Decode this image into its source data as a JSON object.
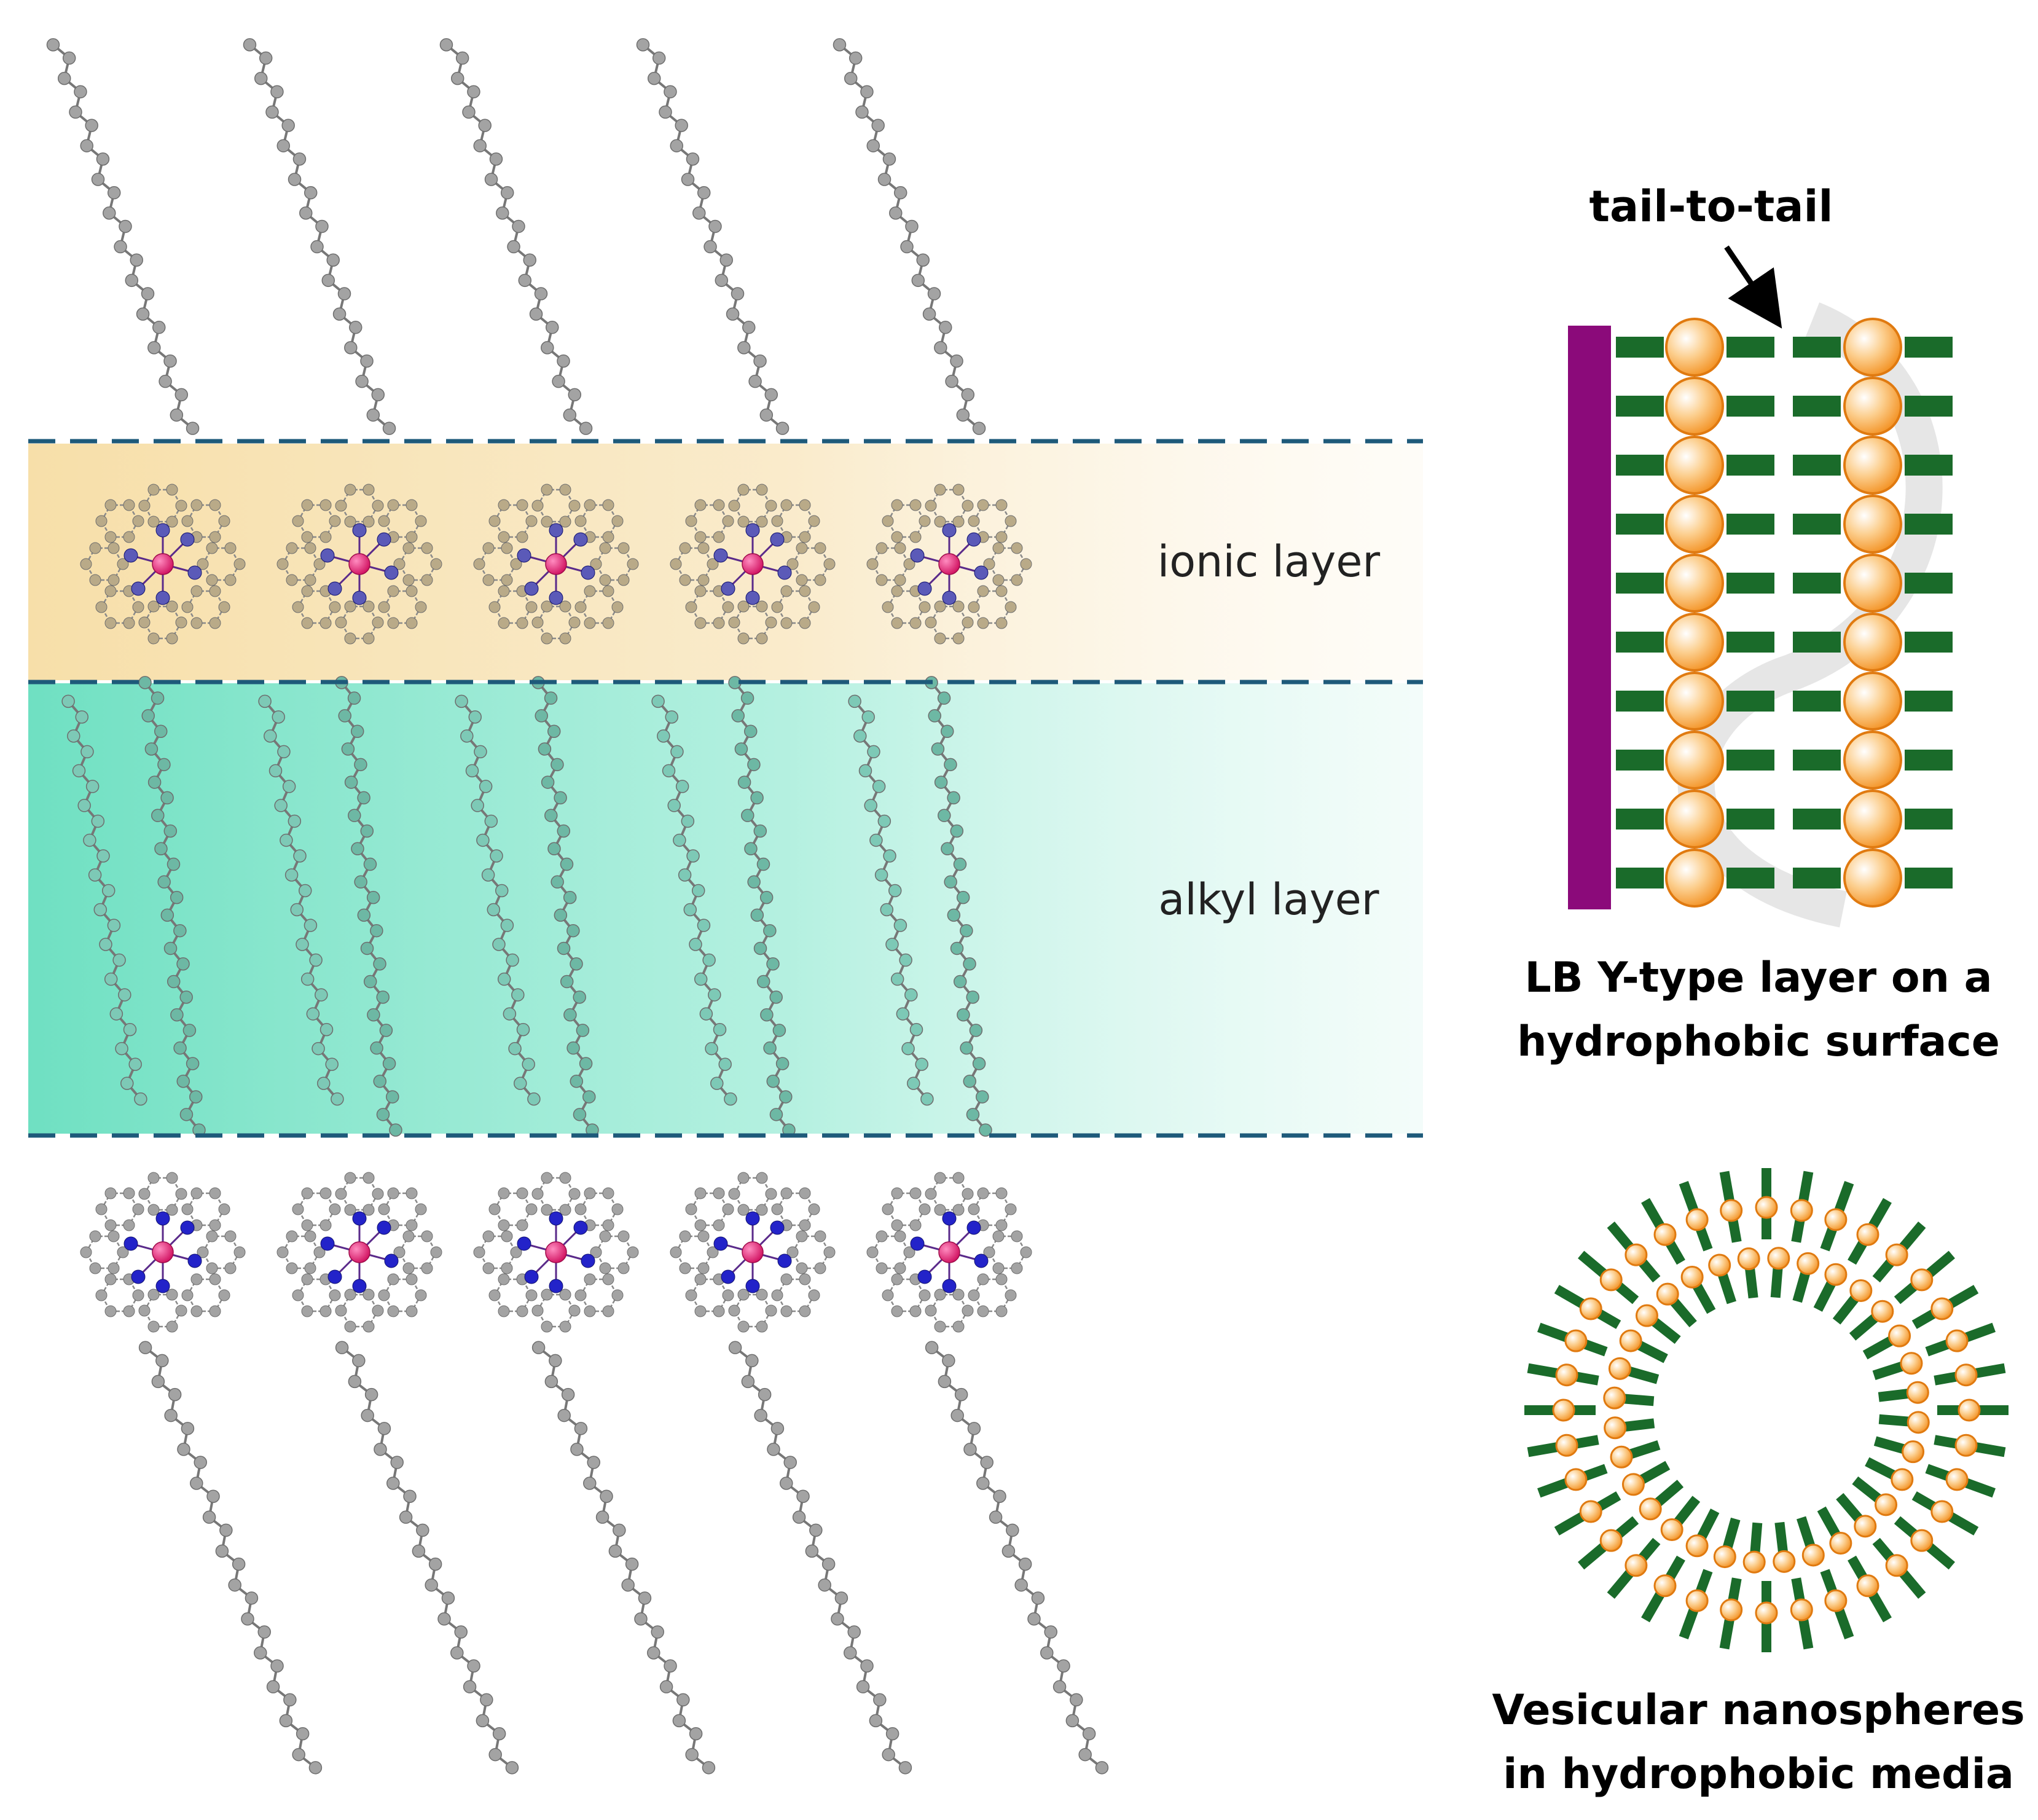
{
  "labels": {
    "ionic_layer": "ionic layer",
    "alkyl_layer": "alkyl layer",
    "tail_to_tail": "tail-to-tail",
    "lb_caption_line1": "LB Y-type layer on a",
    "lb_caption_line2": "hydrophobic surface",
    "vesicle_caption_line1": "Vesicular nanospheres",
    "vesicle_caption_line2": "in hydrophobic media"
  },
  "colors": {
    "ionic_band": "#f7dfa9",
    "alkyl_band": "#6fe0c2",
    "dashed_line": "#1e5a7a",
    "carbon_atom": "#a3a3a3",
    "carbon_atom_tinted": "#b9aa88",
    "alkyl_atom_tinted": "#6db8a4",
    "nitrogen_atom": "#2323c9",
    "metal_center": "#ea1e7e",
    "substrate": "#8b0a7a",
    "head_group": "#f28a16",
    "tail_group": "#1a6b2a"
  },
  "structure": {
    "molecules_per_row": 5,
    "lb_bilayer_molecules_per_column": 10,
    "vesicle_outer_heads": 36,
    "vesicle_inner_heads": 32
  }
}
